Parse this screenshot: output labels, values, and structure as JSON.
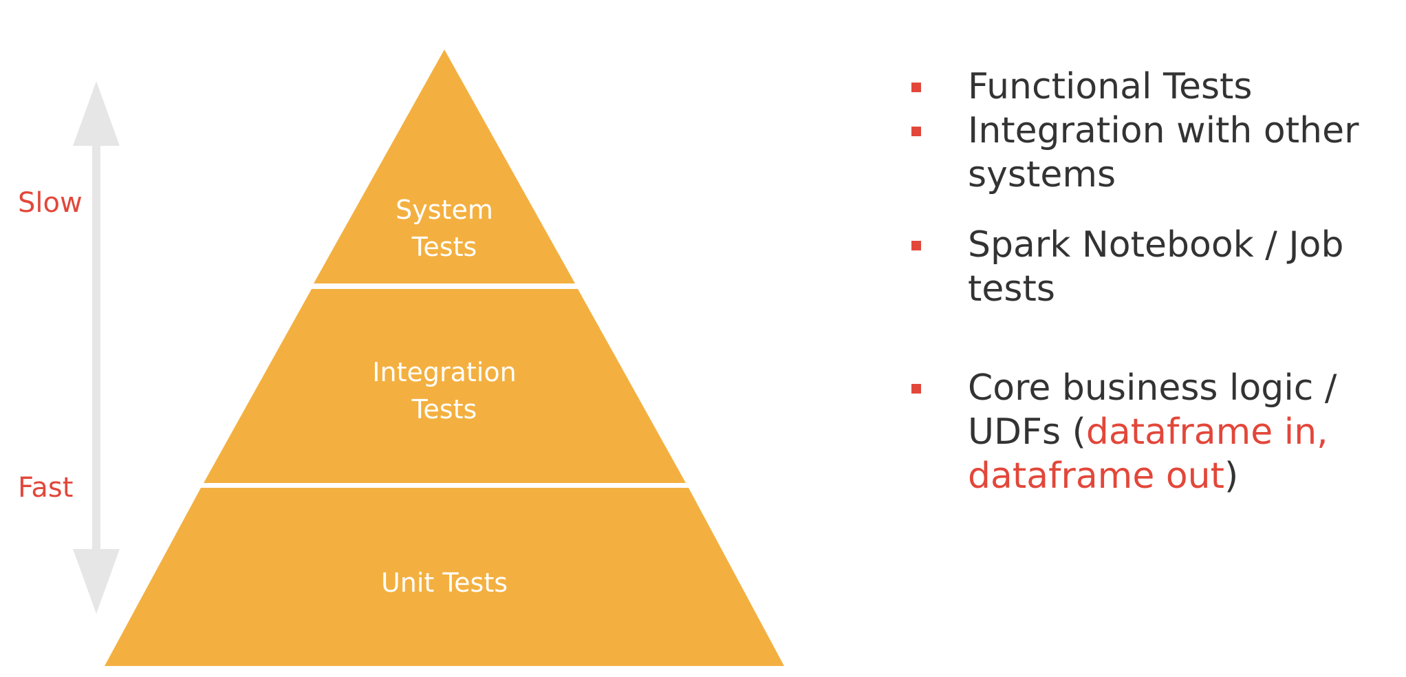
{
  "colors": {
    "accent": "#e2473a",
    "pyramid": "#f3b040",
    "arrow": "#e6e6e6",
    "text": "#333333",
    "layer_text": "#ffffff"
  },
  "speed_axis": {
    "top_label": "Slow",
    "bottom_label": "Fast"
  },
  "pyramid": {
    "layers": [
      {
        "line1": "System",
        "line2": "Tests"
      },
      {
        "line1": "Integration",
        "line2": "Tests"
      },
      {
        "line1": "Unit Tests",
        "line2": ""
      }
    ]
  },
  "bullets": [
    {
      "text": "Functional Tests"
    },
    {
      "text": "Integration with other systems"
    },
    {
      "text": "Spark Notebook / Job tests"
    },
    {
      "text_before": "Core business logic / UDFs (",
      "text_accent": "dataframe in, dataframe out",
      "text_after": ")"
    }
  ]
}
